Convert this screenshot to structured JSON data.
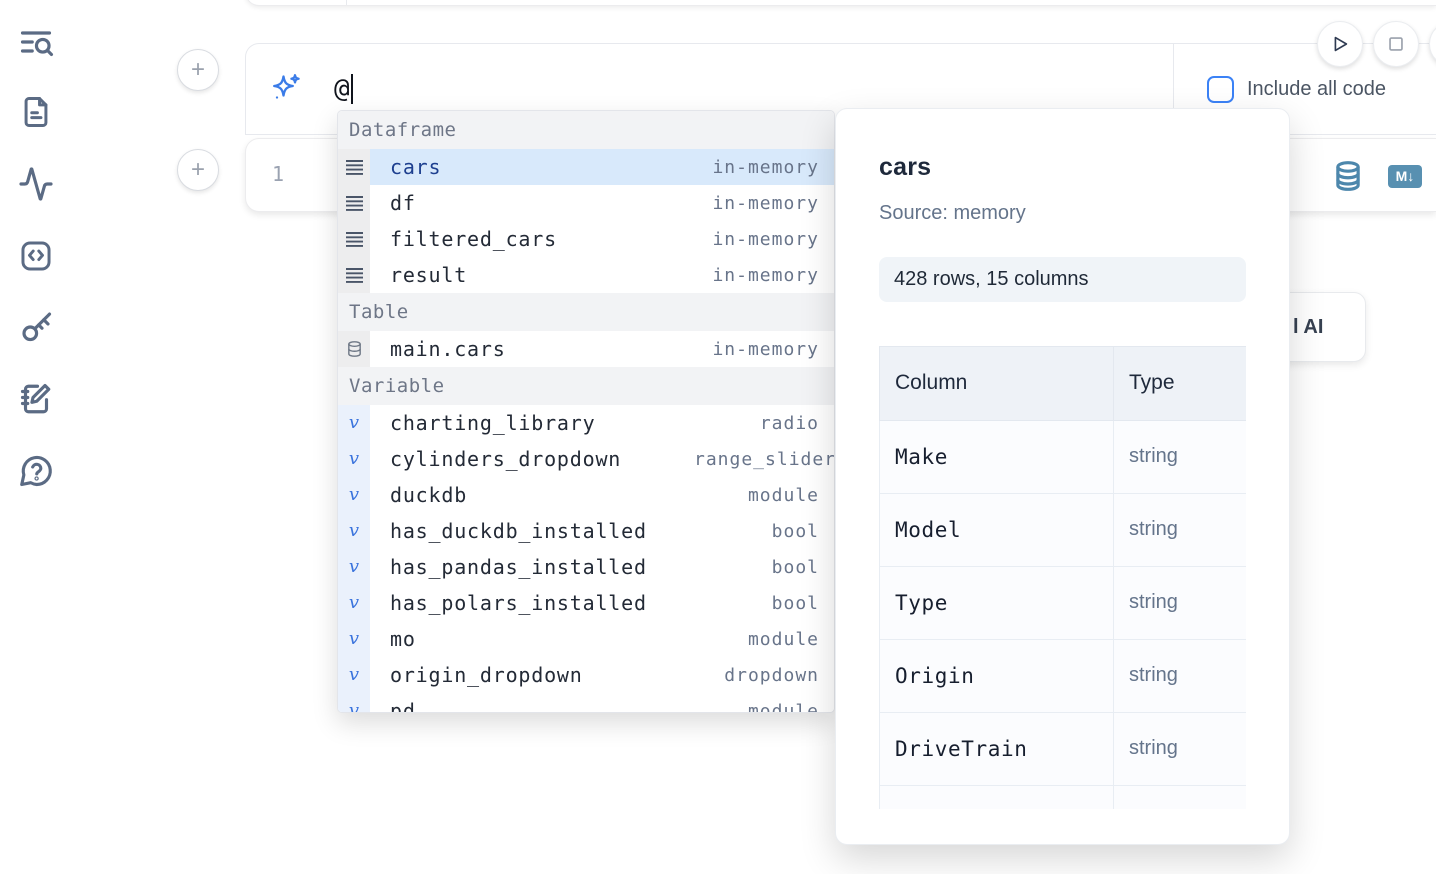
{
  "sidebar": {
    "items": [
      {
        "icon": "text-search-icon"
      },
      {
        "icon": "file-text-icon"
      },
      {
        "icon": "activity-icon"
      },
      {
        "icon": "snippets-icon"
      },
      {
        "icon": "key-icon"
      },
      {
        "icon": "scratchpad-icon"
      },
      {
        "icon": "help-bubble-icon"
      }
    ]
  },
  "toolbar": {
    "play_icon": "play",
    "stop_icon": "stop"
  },
  "ai_panel": {
    "value": "@",
    "include_label": "Include all code"
  },
  "cell": {
    "line_number": "1",
    "icons": [
      "database-icon",
      "markdown-export-icon"
    ]
  },
  "ai_button": {
    "label": "l AI"
  },
  "autocomplete": {
    "sections": [
      {
        "label": "Dataframe",
        "kind": "dataframe",
        "items": [
          {
            "name": "cars",
            "type": "in-memory",
            "selected": true
          },
          {
            "name": "df",
            "type": "in-memory"
          },
          {
            "name": "filtered_cars",
            "type": "in-memory"
          },
          {
            "name": "result",
            "type": "in-memory"
          }
        ]
      },
      {
        "label": "Table",
        "kind": "table",
        "items": [
          {
            "name": "main.cars",
            "type": "in-memory"
          }
        ]
      },
      {
        "label": "Variable",
        "kind": "variable",
        "items": [
          {
            "name": "charting_library",
            "type": "radio"
          },
          {
            "name": "cylinders_dropdown",
            "type": "range_slider",
            "clipped": true
          },
          {
            "name": "duckdb",
            "type": "module"
          },
          {
            "name": "has_duckdb_installed",
            "type": "bool"
          },
          {
            "name": "has_pandas_installed",
            "type": "bool"
          },
          {
            "name": "has_polars_installed",
            "type": "bool"
          },
          {
            "name": "mo",
            "type": "module"
          },
          {
            "name": "origin_dropdown",
            "type": "dropdown"
          },
          {
            "name": "pd",
            "type": "module",
            "partial": true
          }
        ]
      }
    ]
  },
  "popup": {
    "title": "cars",
    "source": "Source: memory",
    "badge": "428 rows, 15 columns",
    "table": {
      "headers": [
        "Column",
        "Type"
      ],
      "rows": [
        {
          "column": "Make",
          "type": "string"
        },
        {
          "column": "Model",
          "type": "string"
        },
        {
          "column": "Type",
          "type": "string"
        },
        {
          "column": "Origin",
          "type": "string"
        },
        {
          "column": "DriveTrain",
          "type": "string"
        }
      ]
    }
  },
  "colors": {
    "accent": "#3b82f6",
    "steel_icon": "#4d87ac",
    "selected_row_bg": "#d8e9fb",
    "selected_row_text": "#1d3f8f",
    "muted_text": "#64748b",
    "dark_text": "#1e293b"
  }
}
